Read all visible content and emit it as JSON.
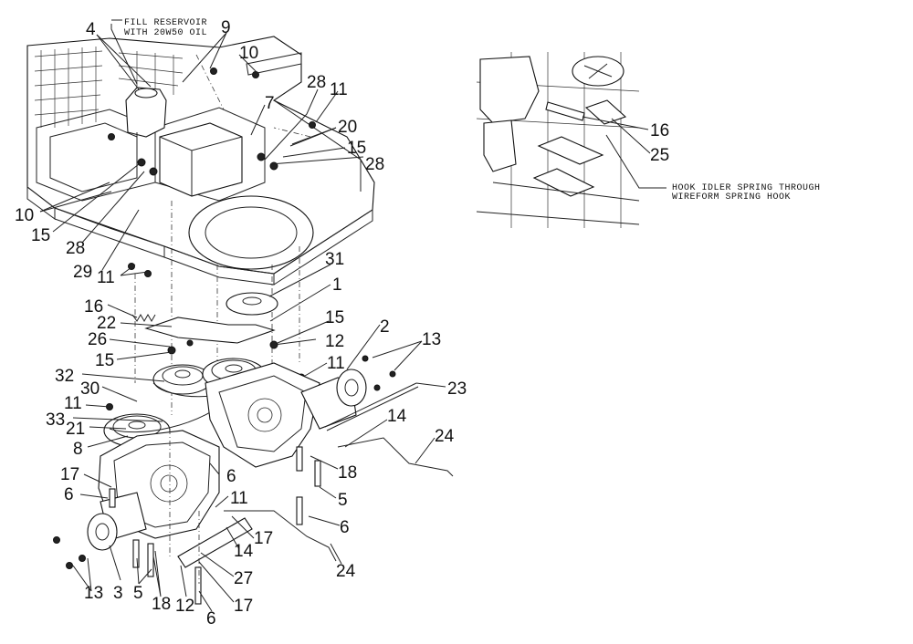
{
  "notes": {
    "fill_reservoir": [
      "FILL RESERVOIR",
      "WITH 20W50 OIL"
    ],
    "hook_idler": [
      "HOOK IDLER SPRING THROUGH",
      "WIREFORM SPRING HOOK"
    ]
  },
  "callouts": [
    {
      "id": "c4",
      "label": "4"
    },
    {
      "id": "c9",
      "label": "9"
    },
    {
      "id": "c10a",
      "label": "10"
    },
    {
      "id": "c28a",
      "label": "28"
    },
    {
      "id": "c11a",
      "label": "11"
    },
    {
      "id": "c7",
      "label": "7"
    },
    {
      "id": "c20",
      "label": "20"
    },
    {
      "id": "c15a",
      "label": "15"
    },
    {
      "id": "c28b",
      "label": "28"
    },
    {
      "id": "c10b",
      "label": "10"
    },
    {
      "id": "c15b",
      "label": "15"
    },
    {
      "id": "c28c",
      "label": "28"
    },
    {
      "id": "c29",
      "label": "29"
    },
    {
      "id": "c11b",
      "label": "11"
    },
    {
      "id": "c31",
      "label": "31"
    },
    {
      "id": "c1",
      "label": "1"
    },
    {
      "id": "c16a",
      "label": "16"
    },
    {
      "id": "c22",
      "label": "22"
    },
    {
      "id": "c15c",
      "label": "15"
    },
    {
      "id": "c26",
      "label": "26"
    },
    {
      "id": "c12a",
      "label": "12"
    },
    {
      "id": "c15d",
      "label": "15"
    },
    {
      "id": "c2",
      "label": "2"
    },
    {
      "id": "c13a",
      "label": "13"
    },
    {
      "id": "c11c",
      "label": "11"
    },
    {
      "id": "c32",
      "label": "32"
    },
    {
      "id": "c23",
      "label": "23"
    },
    {
      "id": "c30",
      "label": "30"
    },
    {
      "id": "c11d",
      "label": "11"
    },
    {
      "id": "c33",
      "label": "33"
    },
    {
      "id": "c21",
      "label": "21"
    },
    {
      "id": "c8",
      "label": "8"
    },
    {
      "id": "c14a",
      "label": "14"
    },
    {
      "id": "c24a",
      "label": "24"
    },
    {
      "id": "c18a",
      "label": "18"
    },
    {
      "id": "c17a",
      "label": "17"
    },
    {
      "id": "c6a",
      "label": "6"
    },
    {
      "id": "c11e",
      "label": "11"
    },
    {
      "id": "c5a",
      "label": "5"
    },
    {
      "id": "c17b",
      "label": "17"
    },
    {
      "id": "c6b",
      "label": "6"
    },
    {
      "id": "c14b",
      "label": "14"
    },
    {
      "id": "c24b",
      "label": "24"
    },
    {
      "id": "c27",
      "label": "27"
    },
    {
      "id": "c13b",
      "label": "13"
    },
    {
      "id": "c3",
      "label": "3"
    },
    {
      "id": "c5b",
      "label": "5"
    },
    {
      "id": "c18b",
      "label": "18"
    },
    {
      "id": "c12b",
      "label": "12"
    },
    {
      "id": "c17c",
      "label": "17"
    },
    {
      "id": "c6c",
      "label": "6"
    },
    {
      "id": "c6d",
      "label": "6"
    },
    {
      "id": "c16b",
      "label": "16"
    },
    {
      "id": "c25",
      "label": "25"
    }
  ]
}
